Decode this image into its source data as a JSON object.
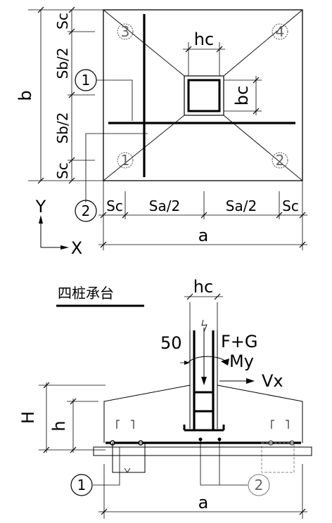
{
  "plan_view": {
    "labels": {
      "hc": "hc",
      "bc": "bc",
      "b": "b",
      "sc": "Sc",
      "sb_half": "Sb/2",
      "sa_half": "Sa/2",
      "a": "a",
      "axis_y": "Y",
      "axis_x": "X"
    },
    "pile_numbers": [
      "1",
      "2",
      "3",
      "4"
    ],
    "callouts": [
      "1",
      "2"
    ]
  },
  "section_view": {
    "title": "四桩承台",
    "labels": {
      "hc": "hc",
      "dim_50": "50",
      "f_plus_g": "F+G",
      "my": "My",
      "vx": "Vx",
      "H": "H",
      "h": "h",
      "a": "a"
    },
    "callouts": [
      "1",
      "2"
    ]
  }
}
